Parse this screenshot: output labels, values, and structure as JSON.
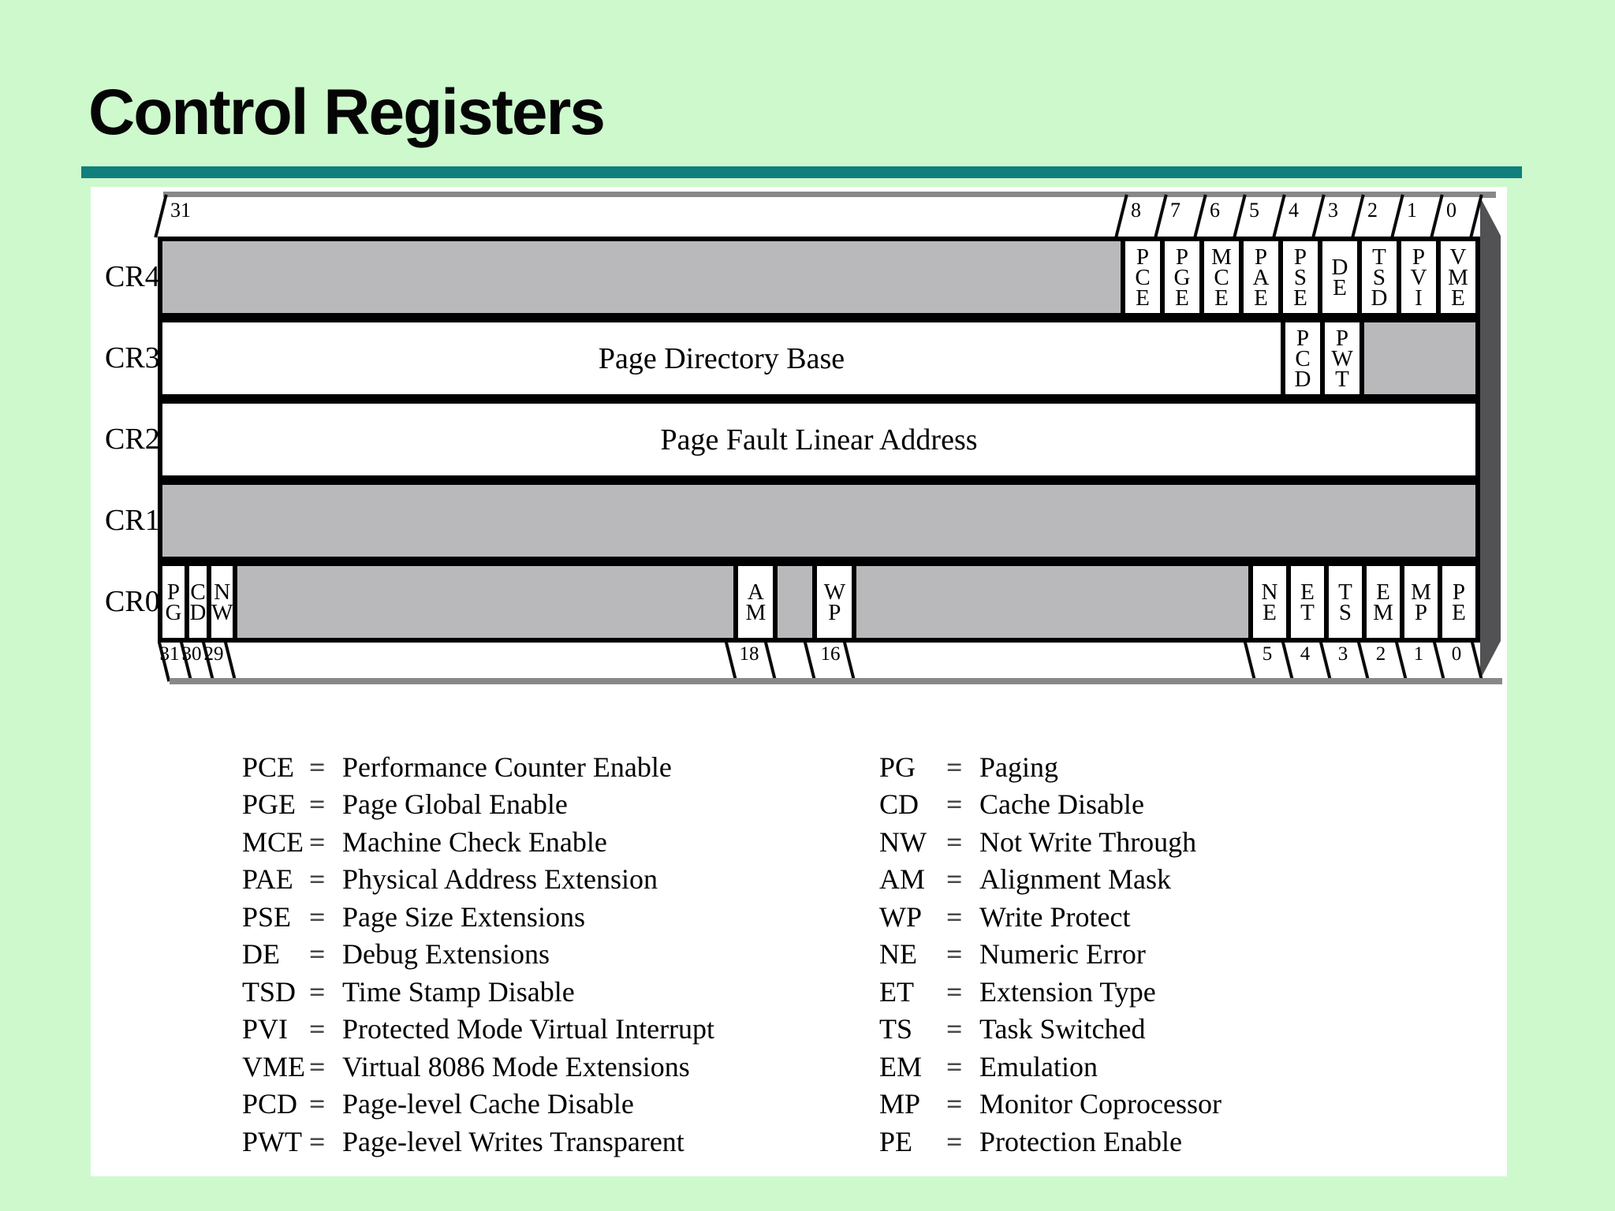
{
  "slide": {
    "title": "Control Registers"
  },
  "colors": {
    "background": "#cdf9cd",
    "title_rule": "#107f7e",
    "panel": "#ffffff",
    "reserved_gray": "#b9b9bb",
    "side_3d": "#525254",
    "edge_cap": "#888888"
  },
  "diagram": {
    "top_left_bit": "31",
    "top_bits": [
      "8",
      "7",
      "6",
      "5",
      "4",
      "3",
      "2",
      "1",
      "0"
    ],
    "cr4": {
      "label": "CR4",
      "fields": [
        "PCE",
        "PGE",
        "MCE",
        "PAE",
        "PSE",
        "DE",
        "TSD",
        "PVI",
        "VME"
      ]
    },
    "cr3": {
      "label": "CR3",
      "text": "Page Directory Base",
      "fields": [
        "PCD",
        "PWT"
      ]
    },
    "cr2": {
      "label": "CR2",
      "text": "Page Fault Linear Address"
    },
    "cr1": {
      "label": "CR1"
    },
    "cr0": {
      "label": "CR0",
      "fields_left": [
        "PG",
        "CD",
        "NW"
      ],
      "fields_mid": [
        "AM",
        "WP"
      ],
      "fields_right": [
        "NE",
        "ET",
        "TS",
        "EM",
        "MP",
        "PE"
      ]
    },
    "bottom_bits": [
      "31",
      "30",
      "29",
      "18",
      "16",
      "5",
      "4",
      "3",
      "2",
      "1",
      "0"
    ]
  },
  "legend": {
    "equals": "=",
    "left": [
      {
        "abbr": "PCE",
        "desc": "Performance Counter Enable"
      },
      {
        "abbr": "PGE",
        "desc": "Page Global Enable"
      },
      {
        "abbr": "MCE",
        "desc": "Machine Check Enable"
      },
      {
        "abbr": "PAE",
        "desc": "Physical Address Extension"
      },
      {
        "abbr": "PSE",
        "desc": "Page Size Extensions"
      },
      {
        "abbr": "DE",
        "desc": "Debug Extensions"
      },
      {
        "abbr": "TSD",
        "desc": "Time Stamp Disable"
      },
      {
        "abbr": "PVI",
        "desc": "Protected Mode Virtual Interrupt"
      },
      {
        "abbr": "VME",
        "desc": "Virtual 8086 Mode Extensions"
      },
      {
        "abbr": "PCD",
        "desc": "Page-level Cache Disable"
      },
      {
        "abbr": "PWT",
        "desc": "Page-level Writes Transparent"
      }
    ],
    "right": [
      {
        "abbr": "PG",
        "desc": "Paging"
      },
      {
        "abbr": "CD",
        "desc": "Cache Disable"
      },
      {
        "abbr": "NW",
        "desc": "Not Write Through"
      },
      {
        "abbr": "AM",
        "desc": "Alignment Mask"
      },
      {
        "abbr": "WP",
        "desc": "Write Protect"
      },
      {
        "abbr": "NE",
        "desc": "Numeric Error"
      },
      {
        "abbr": "ET",
        "desc": "Extension Type"
      },
      {
        "abbr": "TS",
        "desc": "Task Switched"
      },
      {
        "abbr": "EM",
        "desc": "Emulation"
      },
      {
        "abbr": "MP",
        "desc": "Monitor Coprocessor"
      },
      {
        "abbr": "PE",
        "desc": "Protection Enable"
      }
    ]
  }
}
